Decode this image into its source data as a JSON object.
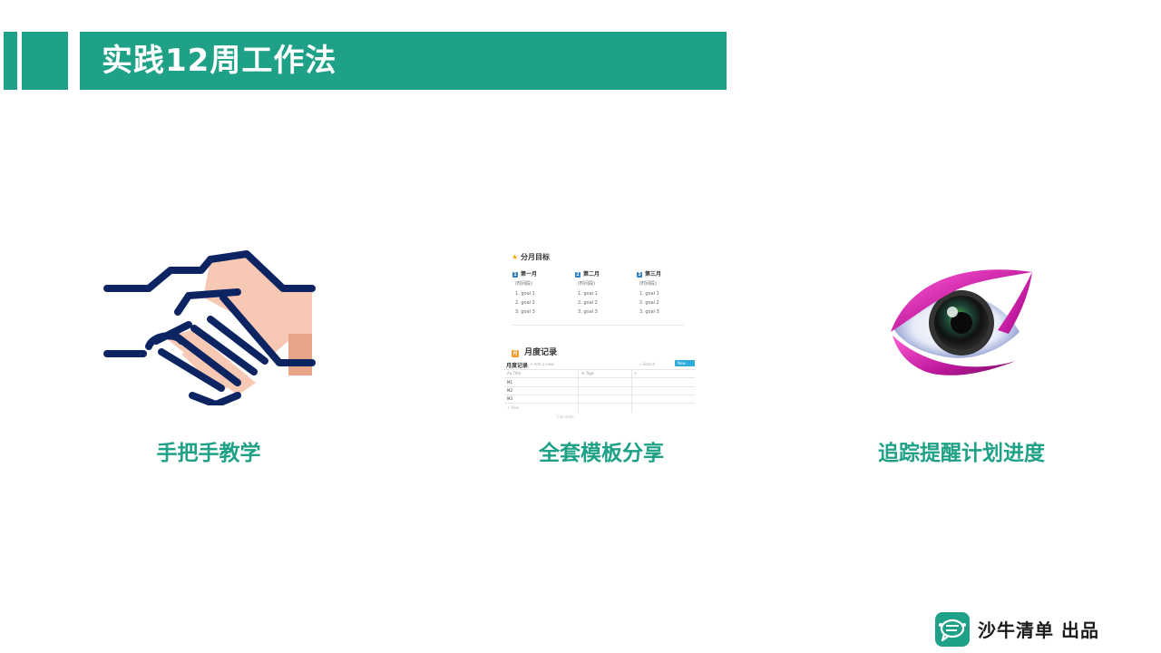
{
  "header": {
    "title": "实践12周工作法"
  },
  "features": [
    {
      "label": "手把手教学",
      "icon": "handshake-icon"
    },
    {
      "label": "全套模板分享",
      "icon": "template-screenshot"
    },
    {
      "label": "追踪提醒计划进度",
      "icon": "eye-icon"
    }
  ],
  "template_preview": {
    "section1_title": "分月目标",
    "months": [
      {
        "name": "第一月",
        "sub": "(时间段)",
        "goals": [
          "1.  goal 1",
          "2.  goal 2",
          "3.  goal 3"
        ]
      },
      {
        "name": "第二月",
        "sub": "(时间段)",
        "goals": [
          "1.  goal 1",
          "2.  goal 2",
          "3.  goal 3"
        ]
      },
      {
        "name": "第三月",
        "sub": "(时间段)",
        "goals": [
          "1.  goal 1",
          "2.  goal 2",
          "3.  goal 3"
        ]
      }
    ],
    "section2_title": "月度记录",
    "db_title": "月度记录",
    "add_view": "+ Add a view",
    "search": "Search",
    "new_button": "New",
    "col_title": "Aa Title",
    "col_tags": "☰ Tags",
    "col_add": "+",
    "rows": [
      "M1",
      "M2",
      "M3"
    ],
    "new_row": "+ New",
    "calculate": "Calculate"
  },
  "brand": {
    "name": "沙牛清单 出品"
  },
  "colors": {
    "accent": "#1fa187",
    "navy": "#0c2461",
    "skin": "#f7c9b4",
    "cuff": "#e8a486",
    "eye_magenta": "#c0189e"
  }
}
